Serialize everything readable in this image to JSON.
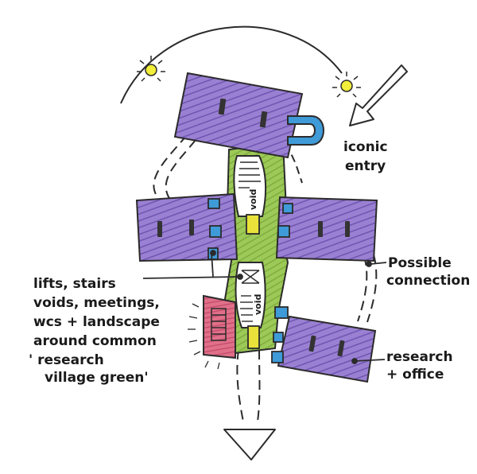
{
  "diagram": {
    "labels": {
      "iconic_entry": [
        "iconic",
        "entry"
      ],
      "possible_connection": [
        "Possible",
        "connection"
      ],
      "lifts": [
        "lifts, stairs",
        "voids, meetings,",
        "wcs + landscape",
        "around common",
        "' research",
        "village green'"
      ],
      "research_office": [
        "research",
        "+ office"
      ],
      "void_upper": "void",
      "void_lower": "void"
    },
    "icons": {
      "sun_left": "sun-icon",
      "sun_right": "sun-icon",
      "entry_arrow": "arrow-icon",
      "exit_arrow": "arrow-down-icon"
    },
    "colors": {
      "purple": "#8e73c8",
      "green": "#8fc24a",
      "blue": "#3f9ad8",
      "yellow": "#e8e23a",
      "pink": "#d9657f",
      "ink": "#2b2b2b"
    }
  }
}
